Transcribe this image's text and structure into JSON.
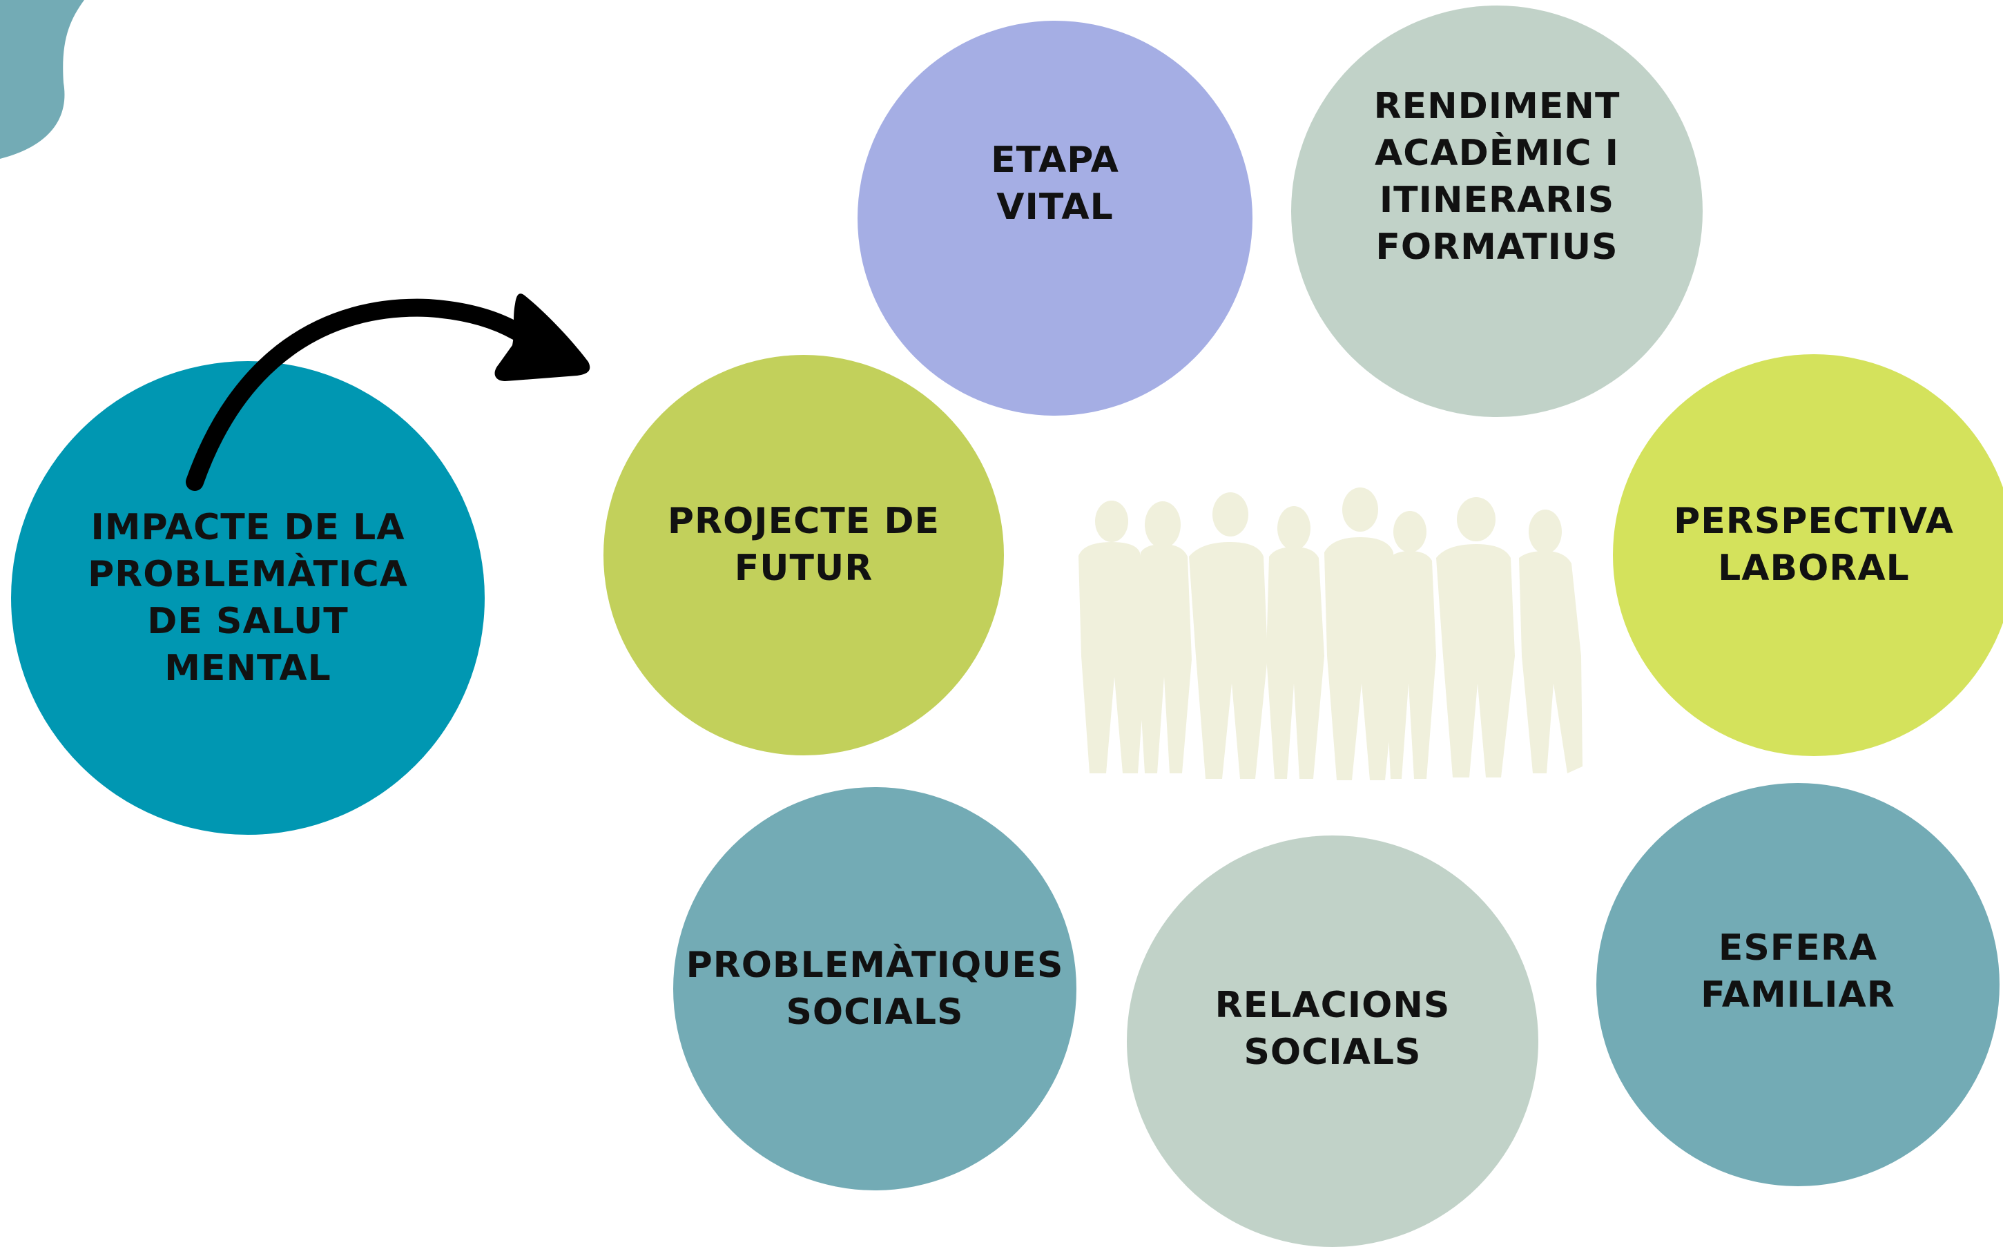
{
  "center": {
    "label": "IMPACTE DE LA\nPROBLEMÀTICA\nDE SALUT\nMENTAL",
    "color": "#0097B2"
  },
  "factors": [
    {
      "id": "etapa-vital",
      "label": "ETAPA\nVITAL",
      "color": "#A5AEE4"
    },
    {
      "id": "rendiment-academic",
      "label": "RENDIMENT\nACADÈMIC I\nITINERARIS\nFORMATIUS",
      "color": "#C1D2C8"
    },
    {
      "id": "projecte-de-futur",
      "label": "PROJECTE DE\nFUTUR",
      "color": "#C2D05B"
    },
    {
      "id": "perspectiva-laboral",
      "label": "PERSPECTIVA\nLABORAL",
      "color": "#D4E25C"
    },
    {
      "id": "problematiques-socials",
      "label": "PROBLEMÀTIQUES\nSOCIALS",
      "color": "#73ABB5"
    },
    {
      "id": "relacions-socials",
      "label": "RELACIONS\nSOCIALS",
      "color": "#C1D2C8"
    },
    {
      "id": "esfera-familiar",
      "label": "ESFERA\nFAMILIAR",
      "color": "#73ABB5"
    }
  ],
  "decorations": {
    "corner_blob_color": "#73ABB5",
    "arrow_color": "#000000",
    "people_silhouette_color": "#F0F0DC",
    "icons": [
      "corner-blob",
      "curved-arrow-icon",
      "people-group-icon"
    ]
  }
}
